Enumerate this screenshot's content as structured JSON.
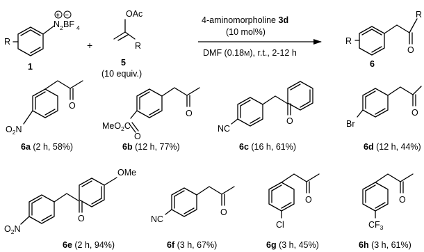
{
  "scheme": {
    "reagent_line1": "4-aminomorpholine",
    "reagent_cat_id": "3d",
    "reagent_line2": "(10 mol%)",
    "conditions_main": "DMF (0.18",
    "conditions_unit": "M",
    "conditions_tail": "), r.t., 2-12 h",
    "plus": "+",
    "aryl": {
      "substituent": "R",
      "n2": "N",
      "n2_sub": "2",
      "bf4": "BF",
      "bf4_sub": "4",
      "plus_charge": "+",
      "minus_charge": "−",
      "compound_id": "1"
    },
    "enol": {
      "oac": "OAc",
      "r": "R",
      "compound_id": "5",
      "equiv": "(10 equiv.)"
    },
    "product": {
      "substituent": "R",
      "r": "R",
      "o": "O",
      "compound_id": "6"
    }
  },
  "products": [
    {
      "id": "6a",
      "detail": "(2 h, 58%)",
      "group": "O",
      "group_sub": "2",
      "group_pre": "N"
    },
    {
      "id": "6b",
      "detail": "(12 h, 77%)",
      "group": "MeO",
      "group_sub": "2",
      "group_suf": "C"
    },
    {
      "id": "6c",
      "detail": "(16 h, 61%)",
      "group": "NC"
    },
    {
      "id": "6d",
      "detail": "(12 h, 44%)",
      "group": "Br"
    },
    {
      "id": "6e",
      "detail": "(2 h, 94%)",
      "group": "O",
      "group_sub": "2",
      "group_pre": "N",
      "group2": "OMe"
    },
    {
      "id": "6f",
      "detail": "(3 h, 67%)",
      "group": "NC"
    },
    {
      "id": "6g",
      "detail": "(3 h, 45%)",
      "group": "Cl"
    },
    {
      "id": "6h",
      "detail": "(3 h, 61%)",
      "group": "CF",
      "group_sub": "3"
    }
  ],
  "carbonyl_o": "O"
}
